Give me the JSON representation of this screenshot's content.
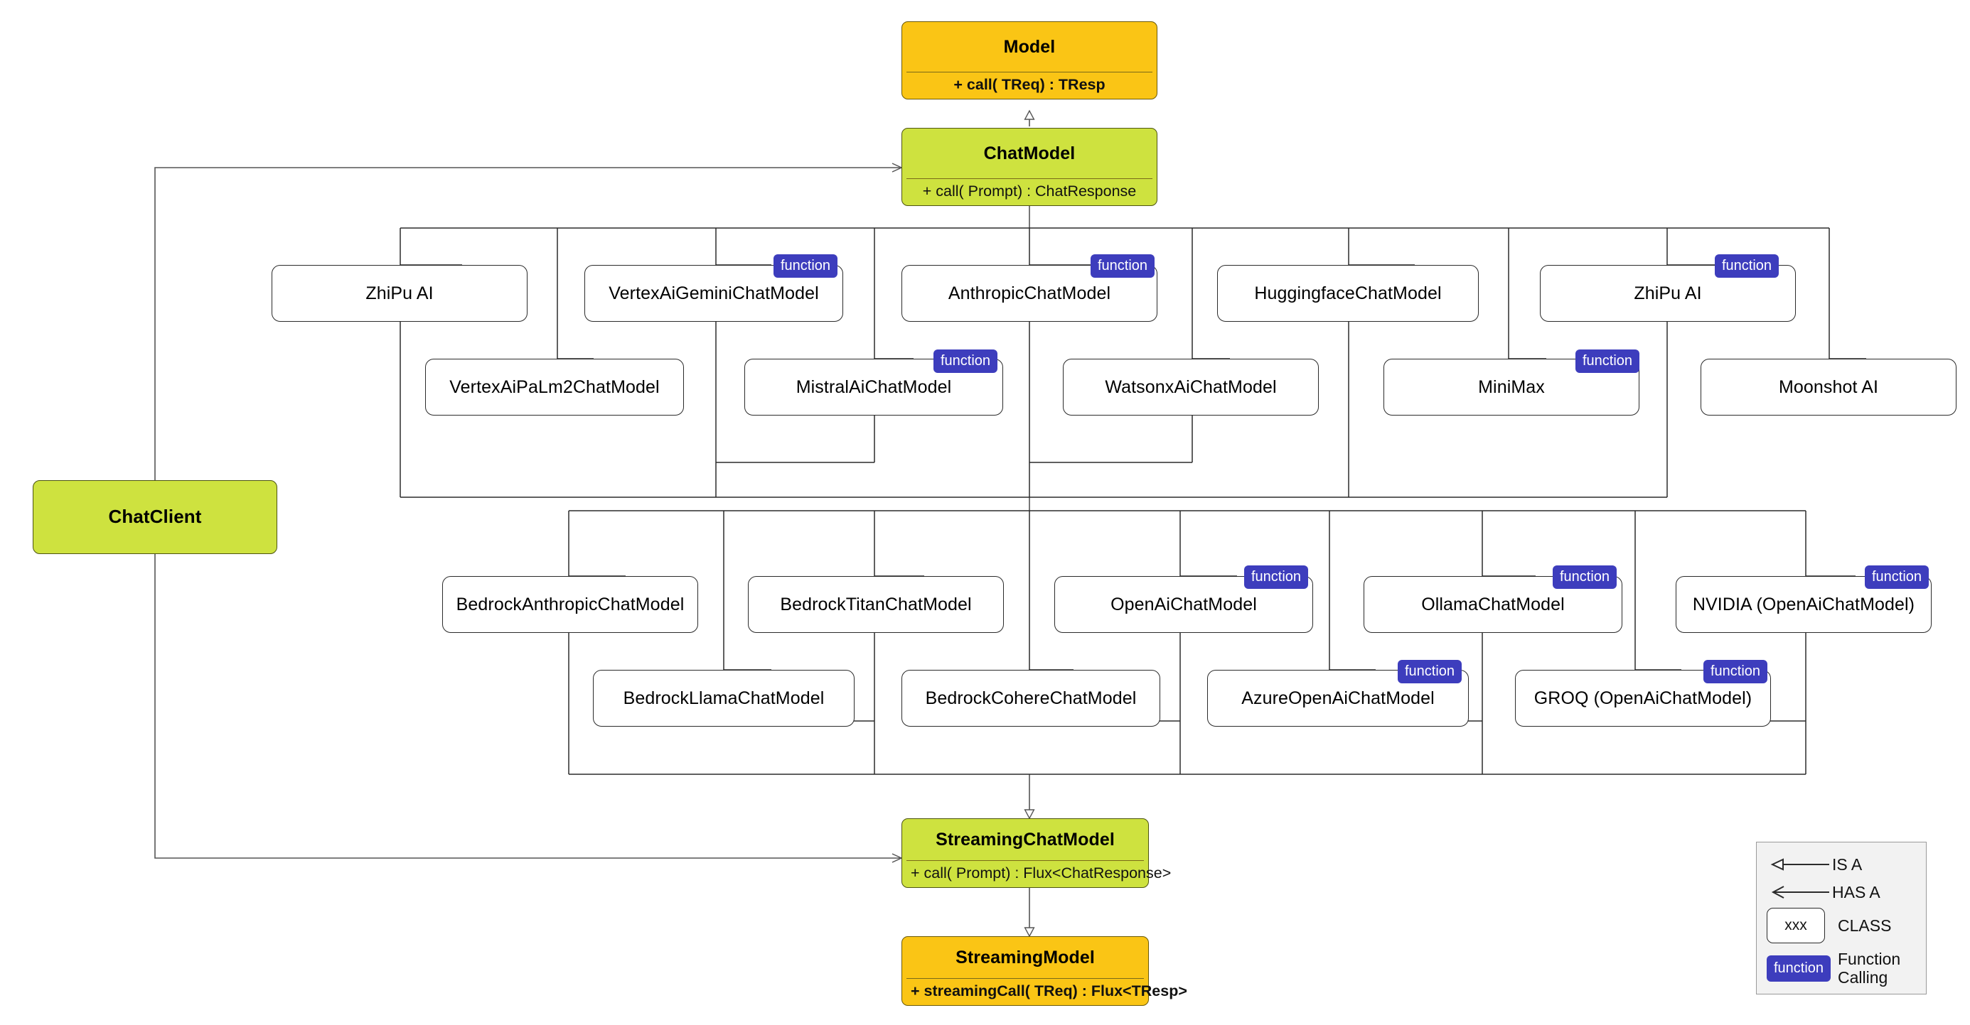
{
  "diagram": {
    "title": "Spring AI Chat Model class hierarchy",
    "colors": {
      "abstract_fill": "#FAC515",
      "interface_fill": "#CEE23F",
      "function_badge": "#3D3DBD",
      "class_fill": "#FFFFFF",
      "line": "#2b2b2b",
      "legend_fill": "#F2F2F2"
    }
  },
  "nodes": {
    "model": {
      "name": "Model",
      "operation": "+ call( TReq) : TResp"
    },
    "chat_model": {
      "name": "ChatModel",
      "operation": "+ call( Prompt) : ChatResponse"
    },
    "streaming_chat_model": {
      "name": "StreamingChatModel",
      "operation": "+ call( Prompt) : Flux<ChatResponse>"
    },
    "streaming_model": {
      "name": "StreamingModel",
      "operation": "+ streamingCall( TReq) : Flux<TResp>"
    },
    "chat_client": {
      "name": "ChatClient"
    }
  },
  "chat_model_impls": [
    {
      "name": "ZhiPu AI",
      "function_calling": false
    },
    {
      "name": "VertexAiPaLm2ChatModel",
      "function_calling": false
    },
    {
      "name": "VertexAiGeminiChatModel",
      "function_calling": true
    },
    {
      "name": "MistralAiChatModel",
      "function_calling": true
    },
    {
      "name": "AnthropicChatModel",
      "function_calling": true
    },
    {
      "name": "WatsonxAiChatModel",
      "function_calling": false
    },
    {
      "name": "HuggingfaceChatModel",
      "function_calling": false
    },
    {
      "name": "MiniMax",
      "function_calling": true
    },
    {
      "name": "ZhiPu AI",
      "function_calling": true
    },
    {
      "name": "Moonshot AI",
      "function_calling": false
    }
  ],
  "streaming_chat_model_impls": [
    {
      "name": "BedrockAnthropicChatModel",
      "function_calling": false
    },
    {
      "name": "BedrockLlamaChatModel",
      "function_calling": false
    },
    {
      "name": "BedrockTitanChatModel",
      "function_calling": false
    },
    {
      "name": "BedrockCohereChatModel",
      "function_calling": false
    },
    {
      "name": "OpenAiChatModel",
      "function_calling": true
    },
    {
      "name": "AzureOpenAiChatModel",
      "function_calling": true
    },
    {
      "name": "OllamaChatModel",
      "function_calling": true
    },
    {
      "name": "GROQ (OpenAiChatModel)",
      "function_calling": true
    },
    {
      "name": "NVIDIA (OpenAiChatModel)",
      "function_calling": true
    }
  ],
  "badge": {
    "label": "function"
  },
  "legend": {
    "items": [
      {
        "glyph": "is-a-arrow",
        "label": "IS A"
      },
      {
        "glyph": "has-a-arrow",
        "label": "HAS A"
      },
      {
        "glyph": "class-box",
        "label": "CLASS",
        "box_text": "xxx"
      },
      {
        "glyph": "function-badge",
        "label": "Function\nCalling",
        "box_text": "function"
      }
    ]
  }
}
